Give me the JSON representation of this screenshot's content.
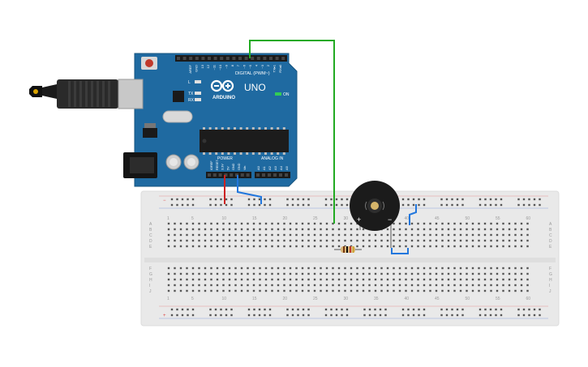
{
  "arduino": {
    "brand_label": "ARDUINO",
    "model_label": "UNO",
    "digital_header_label": "DIGITAL (PWM~)",
    "power_header_label": "POWER",
    "analog_header_label": "ANALOG IN",
    "on_label": "ON",
    "l_led_label": "L",
    "tx_label": "TX",
    "rx_label": "RX",
    "digital_pin_labels": [
      "AREF",
      "GND",
      "13",
      "12",
      "~11",
      "~10",
      "~9",
      "8",
      "7",
      "~6",
      "~5",
      "4",
      "~3",
      "2",
      "TX▸1",
      "RX◂0"
    ],
    "power_pin_labels": [
      "IOREF",
      "RESET",
      "3.3V",
      "5V",
      "GND",
      "GND",
      "Vin"
    ],
    "analog_pin_labels": [
      "A0",
      "A1",
      "A2",
      "A3",
      "A4",
      "A5"
    ]
  },
  "breadboard": {
    "column_numbers": [
      "1",
      "5",
      "10",
      "15",
      "20",
      "25",
      "30",
      "35",
      "40",
      "45",
      "50",
      "55",
      "60"
    ],
    "row_letters_top": [
      "A",
      "B",
      "C",
      "D",
      "E"
    ],
    "row_letters_bottom": [
      "F",
      "G",
      "H",
      "I",
      "J"
    ],
    "rail_minus_label": "−",
    "rail_plus_label": "+"
  },
  "buzzer": {
    "plus_label": "+",
    "minus_label": "−"
  },
  "colors": {
    "board_blue": "#1f6aa1",
    "wire_green": "#22aa22",
    "wire_red": "#cc2222",
    "wire_blue": "#2277dd",
    "breadboard": "#e9e9e9"
  }
}
